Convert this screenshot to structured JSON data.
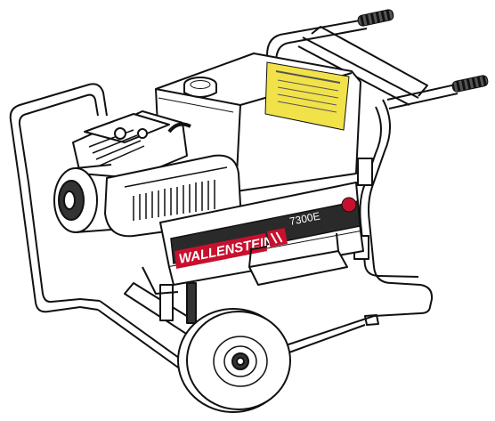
{
  "product": {
    "brand": "WALLENSTEIN",
    "model": "7300E"
  },
  "colors": {
    "brand_red": "#c8102e",
    "outline": "#111111",
    "shade": "#444444",
    "warning_yellow": "#f2e24a",
    "background": "#ffffff"
  },
  "icons": [
    "generator-illustration",
    "brand-logo-mark",
    "warning-label",
    "wheel",
    "handle-grip"
  ]
}
